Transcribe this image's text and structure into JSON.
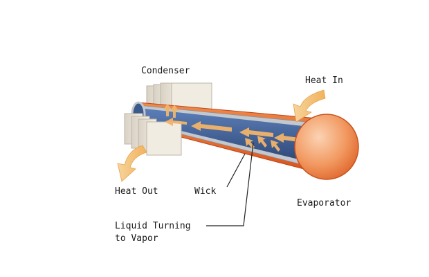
{
  "labels": {
    "condenser": "Condenser",
    "heat_in": "Heat In",
    "heat_out": "Heat Out",
    "wick": "Wick",
    "evaporator": "Evaporator",
    "liquid_line1": "Liquid Turning",
    "liquid_line2": "to Vapor"
  },
  "colors": {
    "outer_shell": "#e8622a",
    "end_cap": "#f4a070",
    "wick": "#b9c0c8",
    "vapor_core": "#3f5f95",
    "arrow": "#f3b86a",
    "fin": "#ece6dc",
    "leader_line": "#222222"
  }
}
